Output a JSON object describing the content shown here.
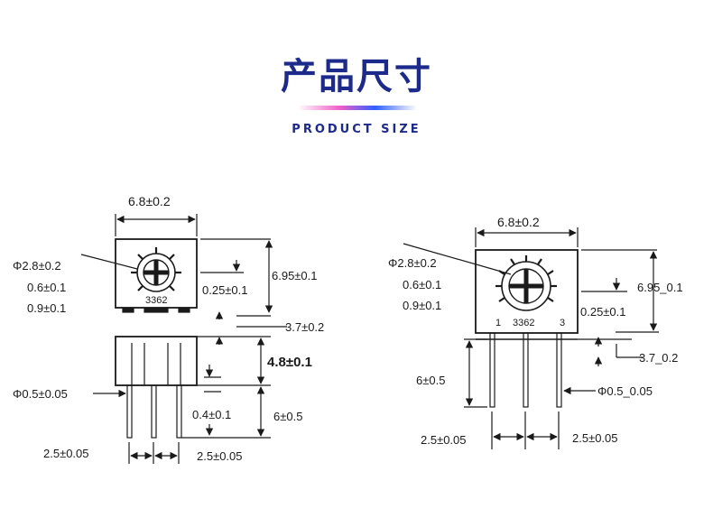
{
  "header": {
    "title": "产品尺寸",
    "subtitle": "PRODUCT SIZE",
    "accent_gradient": [
      "#ffffff",
      "#f060c8",
      "#3060ff",
      "#ffffff"
    ],
    "title_color": "#1c2a8c"
  },
  "left_diagram": {
    "width_label": "6.8±0.2",
    "shaft_dia_label": "Φ2.8±0.2",
    "slot_label_1": "0.6±0.1",
    "slot_label_2": "0.9±0.1",
    "slot_depth_label": "0.25±0.1",
    "height_label": "6.95±0.1",
    "standoff_label": "3.7±0.2",
    "model_label": "3362",
    "body_height_label": "4.8±0.1",
    "pin_dia_label": "Φ0.5±0.05",
    "pin_width_label": "0.4±0.1",
    "pin_length_label": "6±0.5",
    "pitch_label_1": "2.5±0.05",
    "pitch_label_2": "2.5±0.05"
  },
  "right_diagram": {
    "width_label": "6.8±0.2",
    "shaft_dia_label": "Φ2.8±0.2",
    "slot_label_1": "0.6±0.1",
    "slot_label_2": "0.9±0.1",
    "height_label": "6.95_0.1",
    "slot_depth_label": "0.25±0.1",
    "model_label": "3362",
    "pin_num_1": "1",
    "pin_num_3": "3",
    "standoff_label": "3.7_0.2",
    "pin_length_label": "6±0.5",
    "pin_dia_label": "Φ0.5_0.05",
    "pitch_label_1": "2.5±0.05",
    "pitch_label_2": "2.5±0.05"
  }
}
